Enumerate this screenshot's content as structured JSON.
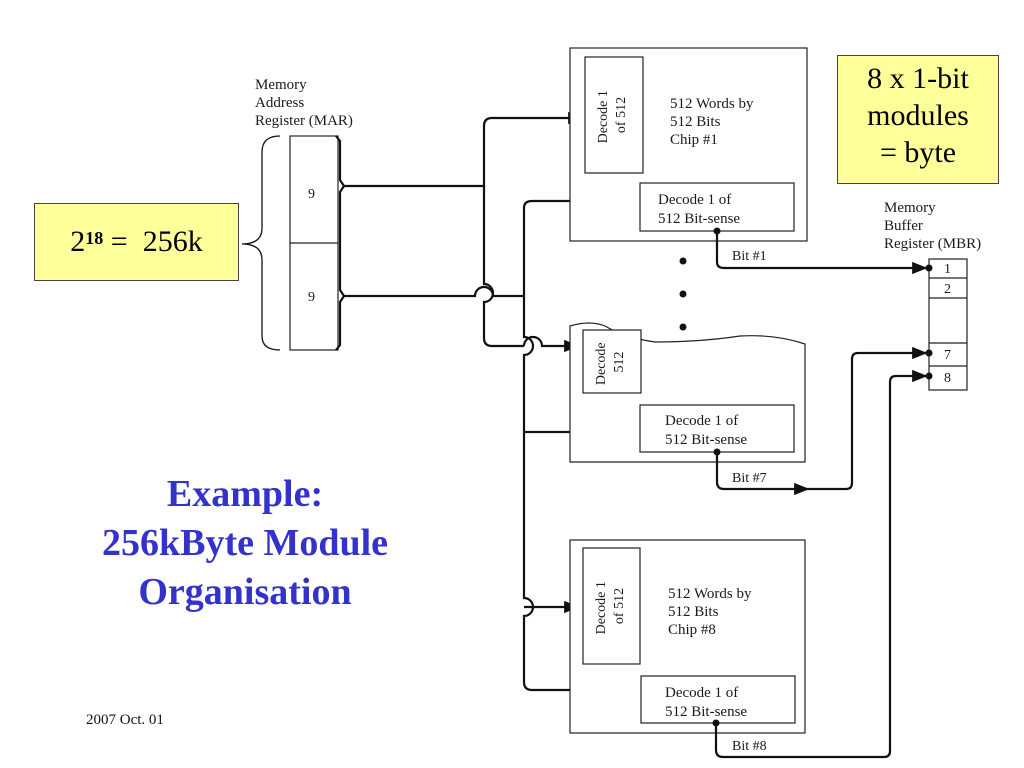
{
  "mar": {
    "title": [
      "Memory",
      "Address",
      "Register (MAR)"
    ],
    "fields": [
      "9",
      "9"
    ]
  },
  "size_callout": {
    "base": "2",
    "exponent": "18",
    "rest": " =  256k"
  },
  "module_callout": {
    "lines": [
      "8 x 1-bit",
      "modules",
      "= byte"
    ]
  },
  "chips": [
    {
      "decode_word": [
        "Decode 1",
        "of 512"
      ],
      "desc": [
        "512 Words by",
        "512 Bits",
        "Chip #1"
      ],
      "bitsense": [
        "Decode 1 of",
        "512 Bit-sense"
      ],
      "bit_label": "Bit #1"
    },
    {
      "decode_word": [
        "Decode",
        "512"
      ],
      "desc": [],
      "bitsense": [
        "Decode 1 of",
        "512 Bit-sense"
      ],
      "bit_label": "Bit #7"
    },
    {
      "decode_word": [
        "Decode 1",
        "of 512"
      ],
      "desc": [
        "512 Words by",
        "512 Bits",
        "Chip #8"
      ],
      "bitsense": [
        "Decode 1 of",
        "512 Bit-sense"
      ],
      "bit_label": "Bit #8"
    }
  ],
  "mbr": {
    "title": [
      "Memory",
      "Buffer",
      "Register (MBR)"
    ],
    "cells": [
      "1",
      "2",
      "",
      "7",
      "8"
    ]
  },
  "title": [
    "Example:",
    "256kByte Module",
    "Organisation"
  ],
  "date": "2007 Oct. 01",
  "colors": {
    "title": "#3333cc",
    "callout_bg": "#ffff99"
  }
}
